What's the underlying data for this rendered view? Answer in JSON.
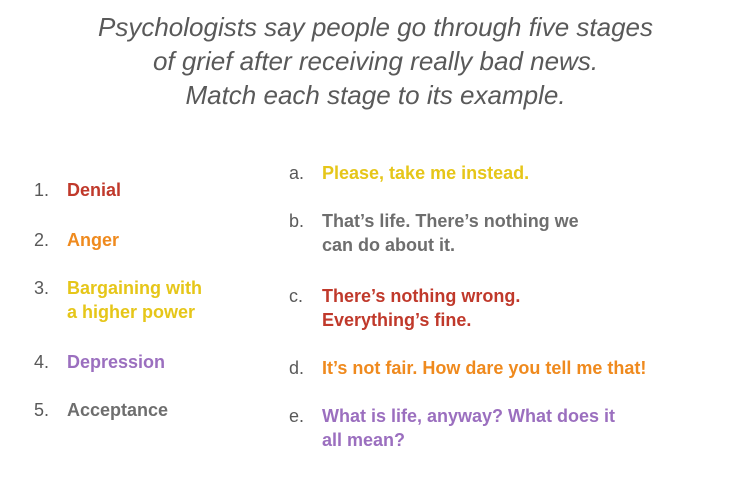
{
  "title": {
    "line1": "Psychologists say people go through five stages",
    "line2": "of grief after receiving really bad news.",
    "line3": "Match each stage to its example."
  },
  "stages": [
    {
      "num": "1.",
      "line1": "Denial",
      "line2": "",
      "color": "#c0392b"
    },
    {
      "num": "2.",
      "line1": "Anger",
      "line2": "",
      "color": "#ef8a1e"
    },
    {
      "num": "3.",
      "line1": "Bargaining with",
      "line2": "a higher power",
      "color": "#e6c619"
    },
    {
      "num": "4.",
      "line1": "Depression",
      "line2": "",
      "color": "#9b6fbf"
    },
    {
      "num": "5.",
      "line1": "Acceptance",
      "line2": "",
      "color": "#6e6e6e"
    }
  ],
  "examples": [
    {
      "letter": "a.",
      "line1": "Please, take me instead.",
      "line2": "",
      "color": "#e6c619"
    },
    {
      "letter": "b.",
      "line1": "That’s life. There’s nothing we",
      "line2": "can do about it.",
      "color": "#6e6e6e"
    },
    {
      "letter": "c.",
      "line1": "There’s nothing wrong.",
      "line2": "Everything’s fine.",
      "color": "#c0392b"
    },
    {
      "letter": "d.",
      "line1": "It’s not fair. How dare you tell me that!",
      "line2": "",
      "color": "#ef8a1e"
    },
    {
      "letter": "e.",
      "line1": "What is life, anyway? What does it",
      "line2": "all mean?",
      "color": "#9b6fbf"
    }
  ]
}
